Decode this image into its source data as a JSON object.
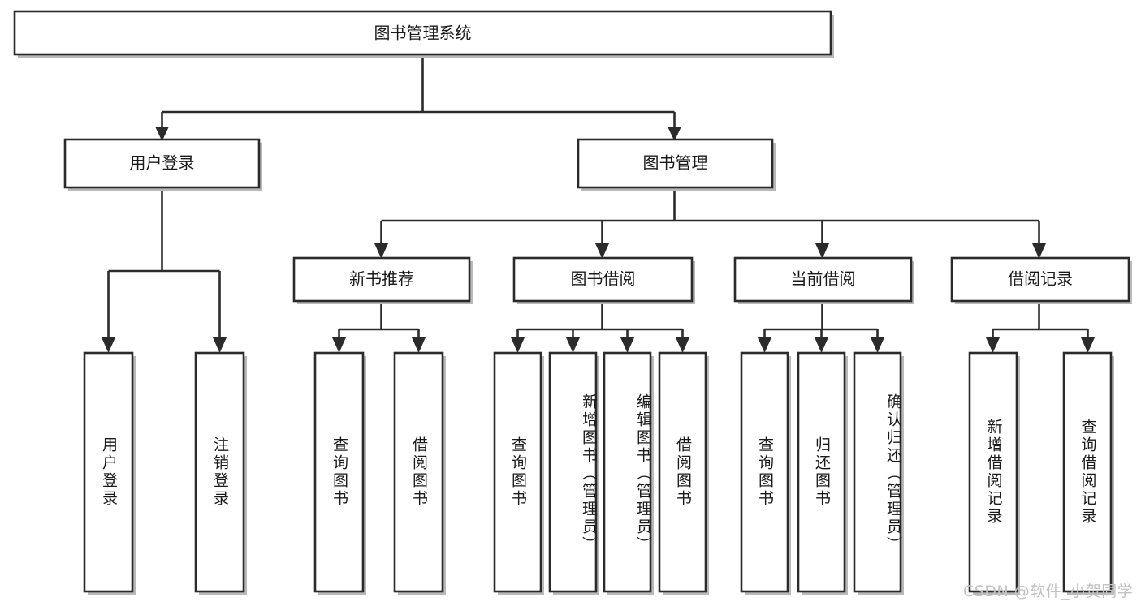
{
  "diagram": {
    "title": "图书管理系统",
    "type": "hierarchy-tree",
    "root": {
      "label": "图书管理系统"
    },
    "level2": [
      {
        "label": "用户登录"
      },
      {
        "label": "图书管理"
      }
    ],
    "level3": [
      {
        "label": "新书推荐",
        "parent": "图书管理"
      },
      {
        "label": "图书借阅",
        "parent": "图书管理"
      },
      {
        "label": "当前借阅",
        "parent": "图书管理"
      },
      {
        "label": "借阅记录",
        "parent": "图书管理"
      }
    ],
    "leaves": {
      "user_login": [
        {
          "label": "用户登录"
        },
        {
          "label": "注销登录"
        }
      ],
      "new_book_recommend": [
        {
          "label": "查询图书"
        },
        {
          "label": "借阅图书"
        }
      ],
      "book_borrow": [
        {
          "label": "查询图书"
        },
        {
          "label": "新增图书（管理员）"
        },
        {
          "label": "编辑图书（管理员）"
        },
        {
          "label": "借阅图书"
        }
      ],
      "current_borrow": [
        {
          "label": "查询图书"
        },
        {
          "label": "归还图书"
        },
        {
          "label": "确认归还（管理员）"
        }
      ],
      "borrow_records": [
        {
          "label": "新增借阅记录"
        },
        {
          "label": "查询借阅记录"
        }
      ]
    },
    "watermark": "CSDN @软件_小贺同学",
    "colors": {
      "stroke": "#2b2b2b",
      "box_fill": "#ffffff",
      "text": "#1a1a1a",
      "watermark": "#c2c2c2",
      "background": "#ffffff"
    }
  }
}
